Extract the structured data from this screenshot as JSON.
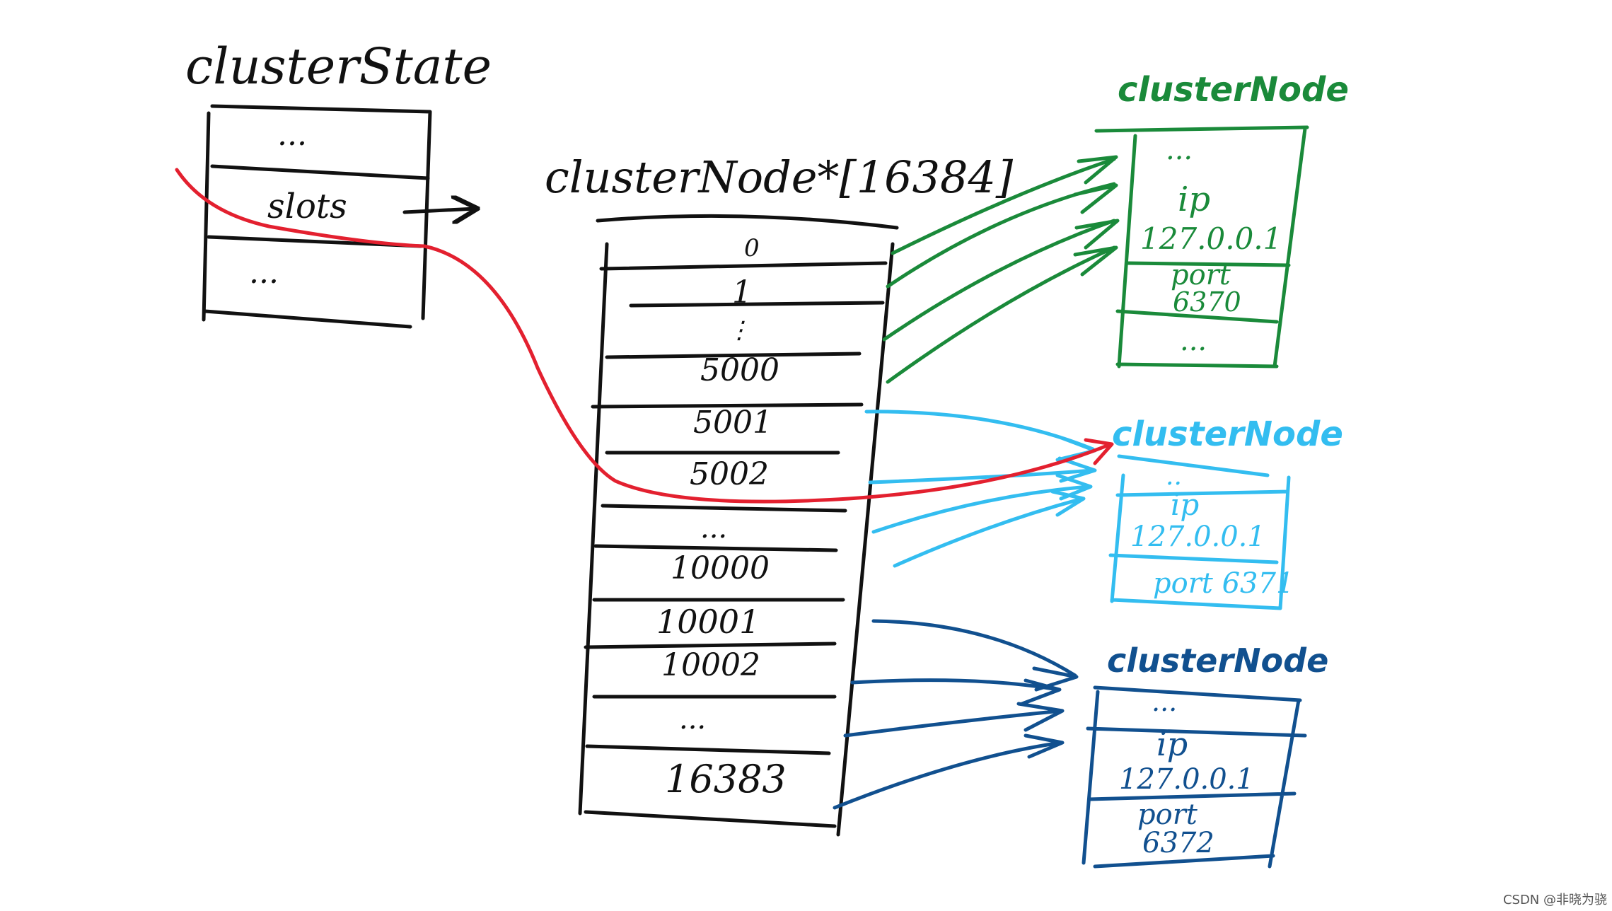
{
  "colors": {
    "black": "#111111",
    "red": "#e3202f",
    "green": "#1a8a3a",
    "lightblue": "#33bdf0",
    "darkblue": "#11508f"
  },
  "cluster_state": {
    "title": "clusterState",
    "rows": [
      "...",
      "slots",
      "..."
    ]
  },
  "slots_array": {
    "title": "clusterNode*[16384]",
    "rows": [
      "0",
      "1",
      "⋮",
      "5000",
      "5001",
      "5002",
      "...",
      "10000",
      "10001",
      "10002",
      "...",
      "16383"
    ]
  },
  "nodes": [
    {
      "title": "clusterNode",
      "rows": [
        "...",
        "ip",
        "127.0.0.1",
        "port",
        "6370",
        "..."
      ]
    },
    {
      "title": "clusterNode",
      "rows": [
        "..",
        "ip",
        "127.0.0.1",
        "port 6371"
      ]
    },
    {
      "title": "clusterNode",
      "rows": [
        "...",
        "ip",
        "127.0.0.1",
        "port",
        "6372"
      ]
    }
  ],
  "watermark": "CSDN @非晓为骁"
}
